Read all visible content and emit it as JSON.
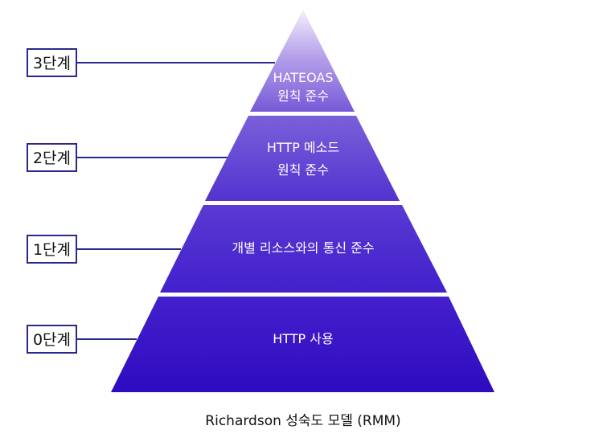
{
  "levels": [
    {
      "label": "3단계"
    },
    {
      "label": "2단계"
    },
    {
      "label": "1단계"
    },
    {
      "label": "0단계"
    }
  ],
  "tiers": [
    {
      "lines": [
        "HATEOAS",
        "원칙 준수"
      ]
    },
    {
      "lines": [
        "HTTP 메소드",
        "원칙 준수"
      ]
    },
    {
      "lines": [
        "개별 리소스와의 통신 준수"
      ]
    },
    {
      "lines": [
        "HTTP 사용"
      ]
    }
  ],
  "caption": "Richardson 성숙도 모델 (RMM)",
  "colors": {
    "top_light": "#ede8fb",
    "top_mid": "#a890e4",
    "tier_purple": "#6a4fd2",
    "tier_deep": "#3d16c9",
    "base_deep": "#2f0bc0",
    "connector": "#2b2a8c"
  }
}
